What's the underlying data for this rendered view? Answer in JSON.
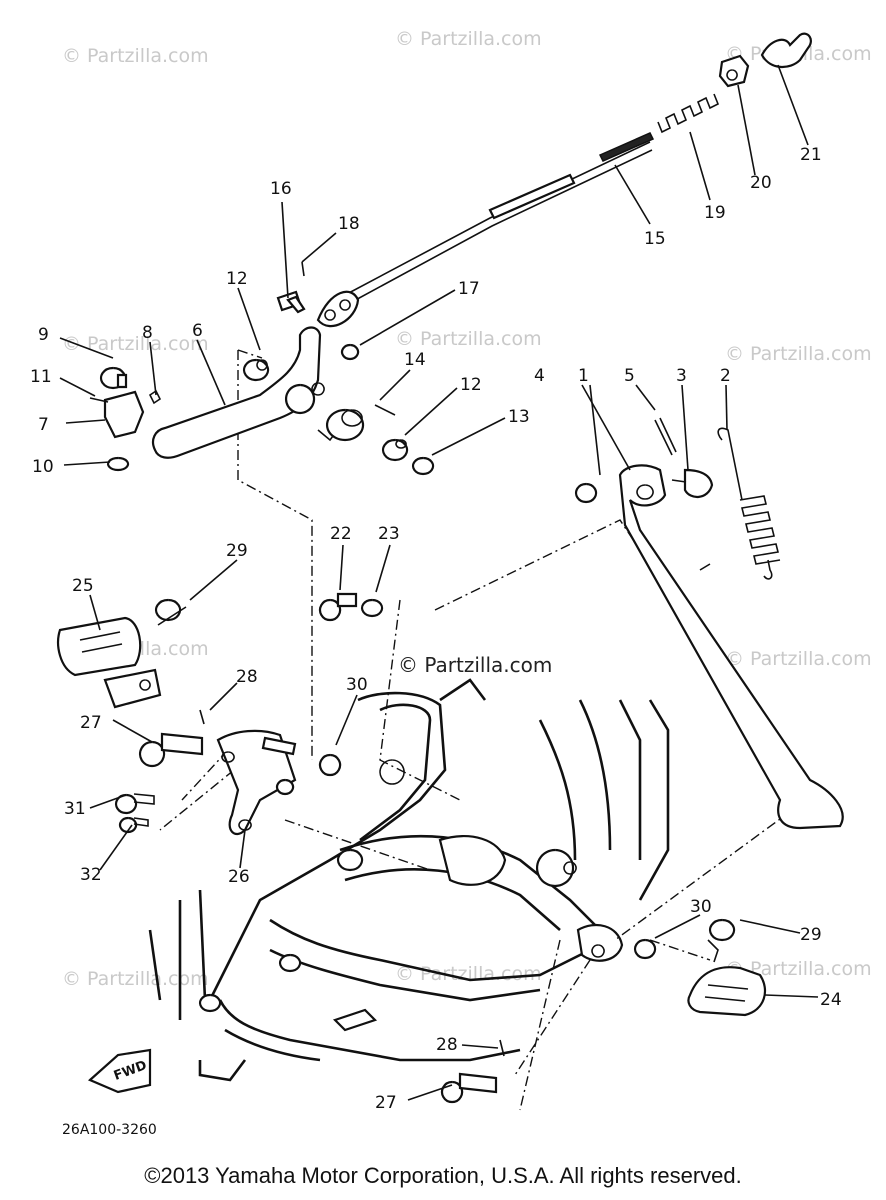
{
  "watermarks": [
    "© Partzilla.com"
  ],
  "center_watermark": "© Partzilla.com",
  "callouts": {
    "c1": "1",
    "c2": "2",
    "c3": "3",
    "c4": "4",
    "c5": "5",
    "c6": "6",
    "c7": "7",
    "c8": "8",
    "c9": "9",
    "c10": "10",
    "c11": "11",
    "c12a": "12",
    "c12b": "12",
    "c13": "13",
    "c14": "14",
    "c15": "15",
    "c16": "16",
    "c17": "17",
    "c18": "18",
    "c19": "19",
    "c20": "20",
    "c21": "21",
    "c22": "22",
    "c23": "23",
    "c24": "24",
    "c25": "25",
    "c26": "26",
    "c27a": "27",
    "c27b": "27",
    "c28a": "28",
    "c28b": "28",
    "c29a": "29",
    "c29b": "29",
    "c30a": "30",
    "c30b": "30",
    "c31": "31",
    "c32": "32"
  },
  "fwd_label": "FWD",
  "diagram_code": "26A100-3260",
  "copyright": "©2013 Yamaha Motor Corporation, U.S.A. All rights reserved."
}
